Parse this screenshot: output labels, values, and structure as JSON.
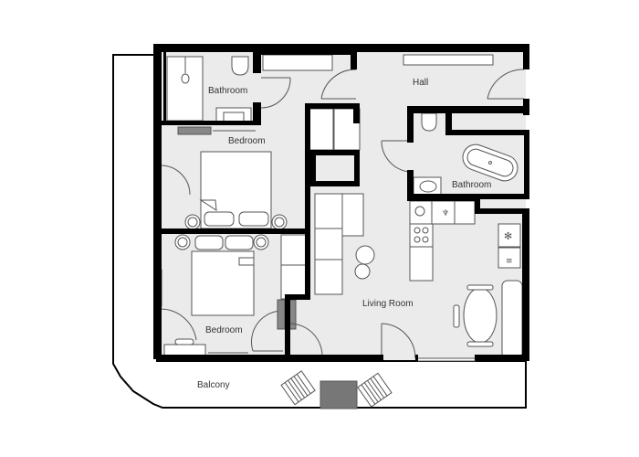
{
  "plan": {
    "type": "apartment-floor-plan",
    "colors": {
      "wall": "#000000",
      "floor": "#ebebeb",
      "furniture_fill": "#ffffff",
      "furniture_stroke": "#555555",
      "outdoor": "#ffffff",
      "label": "#333333"
    },
    "rooms": [
      {
        "id": "bathroom-1",
        "label": "Bathroom"
      },
      {
        "id": "hall",
        "label": "Hall"
      },
      {
        "id": "bedroom-1",
        "label": "Bedroom"
      },
      {
        "id": "bathroom-2",
        "label": "Bathroom"
      },
      {
        "id": "bedroom-2",
        "label": "Bedroom"
      },
      {
        "id": "living-room",
        "label": "Living Room"
      },
      {
        "id": "balcony",
        "label": "Balcony"
      }
    ],
    "fixtures": {
      "bathroom-1": [
        "shower",
        "toilet",
        "sink",
        "door"
      ],
      "bathroom-2": [
        "toilet",
        "freestanding-bathtub",
        "sink",
        "door"
      ],
      "hall": [
        "wardrobe",
        "entrance-door"
      ],
      "bedroom-1": [
        "double-bed",
        "two-pillows",
        "two-nightstands",
        "radiator",
        "door"
      ],
      "bedroom-2": [
        "double-bed",
        "two-pillows",
        "two-nightstands",
        "wardrobe",
        "desk",
        "chair",
        "window",
        "door"
      ],
      "living-room": [
        "L-shaped-sofa",
        "two-round-stools",
        "kitchen-counter",
        "sink",
        "stove",
        "refrigerator",
        "dishwasher",
        "oval-dining-table",
        "three-chairs",
        "bench",
        "balcony-door"
      ],
      "balcony": [
        "two-lounge-chairs",
        "slatted-table"
      ]
    }
  }
}
